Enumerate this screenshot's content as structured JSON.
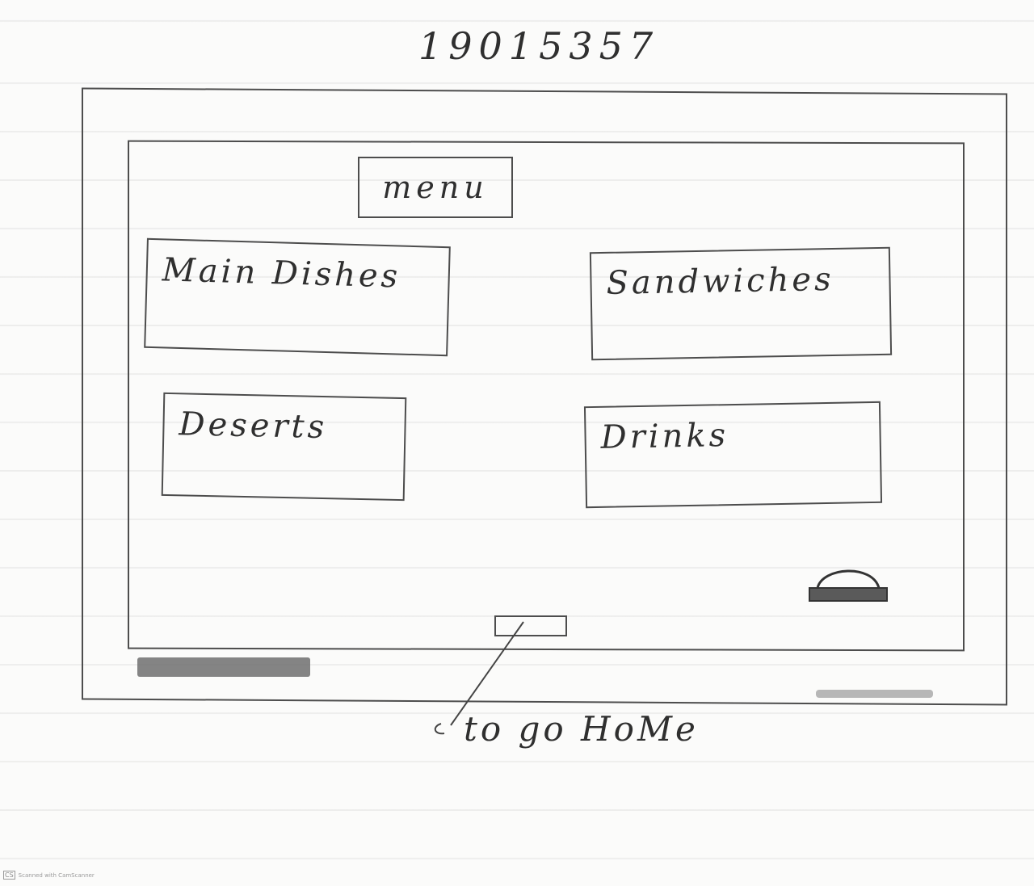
{
  "sheet": {
    "header_id": "19015357"
  },
  "screen": {
    "title": "menu",
    "categories": [
      {
        "id": "main-dishes",
        "label": "Main Dishes"
      },
      {
        "id": "sandwiches",
        "label": "Sandwiches"
      },
      {
        "id": "desserts",
        "label": "Deserts"
      },
      {
        "id": "drinks",
        "label": "Drinks"
      }
    ],
    "cart_icon": "cart-icon",
    "home_button_icon": "home-button",
    "signal_icon": "signal-bar-icon"
  },
  "annotation": {
    "text": "to go HoMe"
  },
  "watermark": {
    "logo": "CS",
    "text": "Scanned with CamScanner"
  },
  "colors": {
    "ink": "#2f2f2f",
    "paper": "#fbfbfa"
  }
}
